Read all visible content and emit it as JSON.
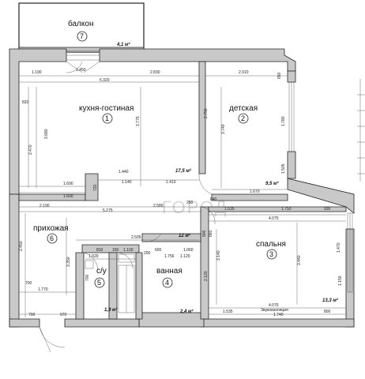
{
  "watermark": "ГОРОД",
  "rooms": [
    {
      "id": "balcony",
      "name": "балкон",
      "number": "7",
      "area": "4,1 м²"
    },
    {
      "id": "kitchen",
      "name": "кухня-гостиная",
      "number": "1",
      "area": "17,5 м²"
    },
    {
      "id": "kids",
      "name": "детская",
      "number": "2",
      "area": "9,5 м²"
    },
    {
      "id": "bedroom",
      "name": "спальня",
      "number": "3",
      "area": "13,3 м²"
    },
    {
      "id": "bath",
      "name": "ванная",
      "number": "4",
      "area": "2,4 м²"
    },
    {
      "id": "wc",
      "name": "с/у",
      "number": "5",
      "area": "1,9 м²"
    },
    {
      "id": "hall",
      "name": "прихожая",
      "number": "6",
      "area": "12 м²"
    }
  ],
  "dimensions": {
    "top_left_1": "1.190",
    "top_left_2": "1.450",
    "top_mid": "2.830",
    "kitchen_width": "5.320",
    "kids_width_top": "2.910",
    "kids_right_small": "650",
    "kitchen_side_small": "820",
    "kitchen_height_a": "3.680",
    "kitchen_height_b": "2.470",
    "kitchen_center_h": "3.775",
    "kids_height": "3.740",
    "kids_left_h": "2.750",
    "kids_right_h": "1.780",
    "kids_right_h2": "1.505",
    "kitchen_bottom_1": "1.690",
    "kitchen_bottom_2": "1.690",
    "kitchen_door_1": "720",
    "kitchen_door_2": "1.440",
    "kitchen_door_3": "1.140",
    "corridor_1": "1.410",
    "kids_door": "840",
    "kids_bottom": "1.670",
    "hall_top_1": "2.190",
    "hall_top_2": "5.275",
    "hall_mid": "2.580",
    "hall_small_1": "250",
    "bed_top_1": "1.535",
    "bed_top_2": "1.750",
    "bed_width": "4.075",
    "bed_right_small": "930",
    "bed_right_h": "1.470",
    "bed_height": "3.440",
    "bed_left_h": "3.140",
    "bed_left_h2": "2.120",
    "bed_bottom_width": "4.075",
    "bed_bottom_1": "1.535",
    "bed_bottom_2": "1.740",
    "bed_bottom_3": "800",
    "bed_right_h3": "1.150",
    "sound_insulation": "Звукоизоляция",
    "hall_left_h": "2.450",
    "hall_h2": "3.350",
    "hall_w": "2.505",
    "hall_w2": "1.770",
    "hall_700": "700",
    "hall_bottom_1": "700",
    "hall_bottom_2": "970",
    "wc_top_1": "810",
    "wc_top_2": "150",
    "wc_top_3": "1.100",
    "wc_w": "1.020",
    "wc_small": "700",
    "bath_w": "1.756",
    "bath_w2": "600",
    "bath_w3": "1.060",
    "bath_w4": "1.120",
    "bath_v": "900",
    "bath_small": "200",
    "bed_door": "860"
  }
}
